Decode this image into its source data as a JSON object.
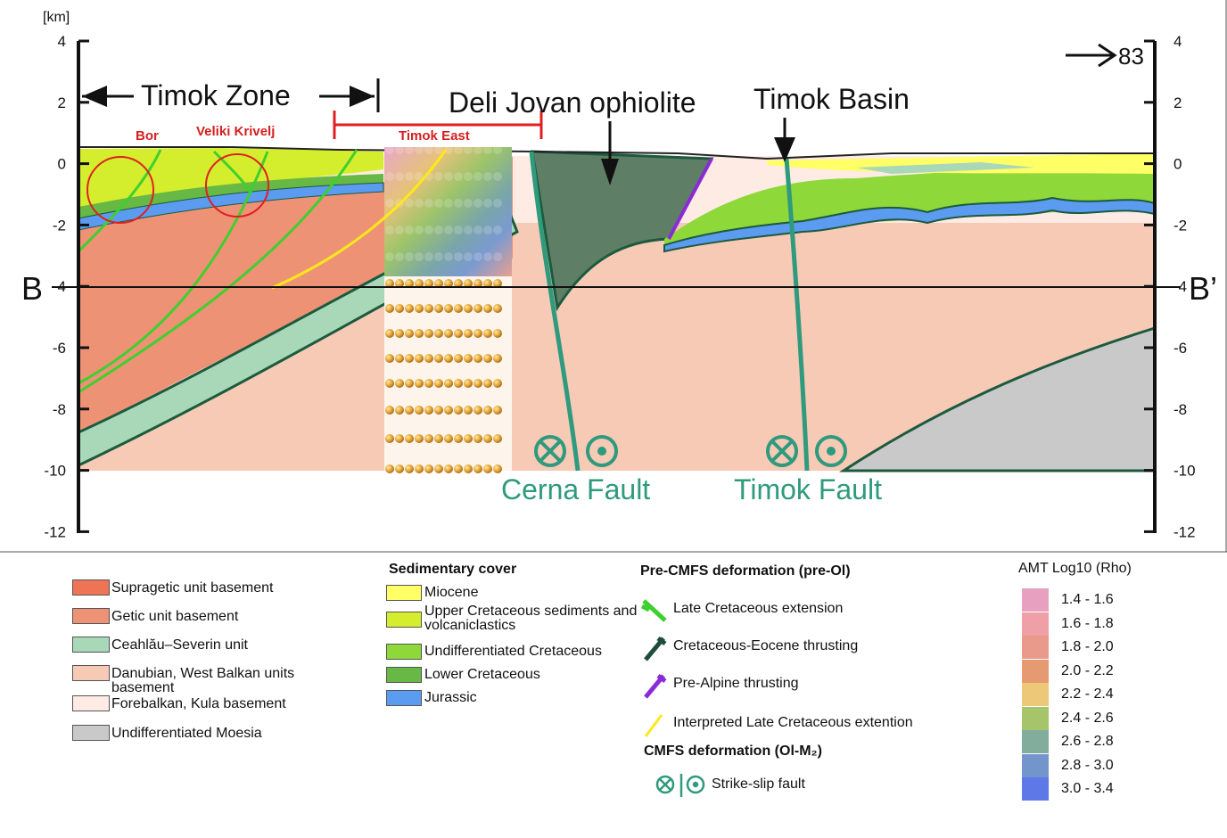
{
  "section": {
    "unit": "[km]",
    "left_ticks": [
      "4",
      "2",
      "0",
      "-2",
      "-4",
      "-6",
      "-8",
      "-10",
      "-12"
    ],
    "right_ticks": [
      "4",
      "2",
      "0",
      "-2",
      "-4",
      "-6",
      "-8",
      "-10",
      "-12"
    ],
    "profile_start": "B",
    "profile_end": "B’",
    "direction_value": "83",
    "timok_zone": "Timok Zone",
    "bor": "Bor",
    "veliki_krivelj": "Veliki Krivelj",
    "timok_east": "Timok East",
    "deli_jovan": "Deli Jovan ophiolite",
    "timok_basin": "Timok Basin",
    "cerna_fault": "Cerna Fault",
    "timok_fault": "Timok Fault"
  },
  "legend_units": [
    {
      "label": "Supragetic unit basement",
      "color": "#ee7455"
    },
    {
      "label": "Getic unit basement",
      "color": "#ee9276"
    },
    {
      "label": "Ceahlău–Severin unit",
      "color": "#a8d8b8"
    },
    {
      "label": "Danubian, West Balkan units basement",
      "color": "#f7cab6"
    },
    {
      "label": "Forebalkan, Kula basement",
      "color": "#fdebe4"
    },
    {
      "label": "Undifferentiated Moesia",
      "color": "#c9c9c9"
    }
  ],
  "sedimentary": {
    "title": "Sedimentary cover",
    "items": [
      {
        "label": "Miocene",
        "color": "#ffff66"
      },
      {
        "label": "Upper Cretaceous sediments and volcaniclastics",
        "color": "#d4ee2e"
      },
      {
        "label": "Undifferentiated Cretaceous",
        "color": "#8ed83a"
      },
      {
        "label": "Lower Cretaceous",
        "color": "#67b844"
      },
      {
        "label": "Jurassic",
        "color": "#5b9bf0"
      }
    ]
  },
  "deformation": {
    "pre_title": "Pre-CMFS deformation (pre-Ol)",
    "items": [
      {
        "label": "Late Cretaceous extension",
        "color": "#3fcf2e"
      },
      {
        "label": "Cretaceous-Eocene thrusting",
        "color": "#1f4d3a"
      },
      {
        "label": "Pre-Alpine thrusting",
        "color": "#8a2bd6"
      },
      {
        "label": "Interpreted Late Cretaceous extention",
        "color": "#ffe81a"
      }
    ],
    "cmfs_title": "CMFS deformation (Ol-M₂)",
    "strike_slip": "Strike-slip fault"
  },
  "amt": {
    "title": "AMT Log10 (Rho)",
    "classes": [
      {
        "label": "1.4 - 1.6",
        "color": "#e8a0c0"
      },
      {
        "label": "1.6 - 1.8",
        "color": "#eea0a6"
      },
      {
        "label": "1.8 - 2.0",
        "color": "#ea9a8a"
      },
      {
        "label": "2.0 - 2.2",
        "color": "#e69a72"
      },
      {
        "label": "2.2 - 2.4",
        "color": "#ecc878"
      },
      {
        "label": "2.4 - 2.6",
        "color": "#a6c46a"
      },
      {
        "label": "2.6 - 2.8",
        "color": "#82ac9c"
      },
      {
        "label": "2.8 - 3.0",
        "color": "#7494cc"
      },
      {
        "label": "3.0 - 3.4",
        "color": "#5e78e8"
      }
    ]
  },
  "colors": {
    "fault_green": "#2f9a7d",
    "thrust_dark": "#1c5a3e",
    "timok_east_red": "#e02020",
    "label_red": "#d42020"
  }
}
